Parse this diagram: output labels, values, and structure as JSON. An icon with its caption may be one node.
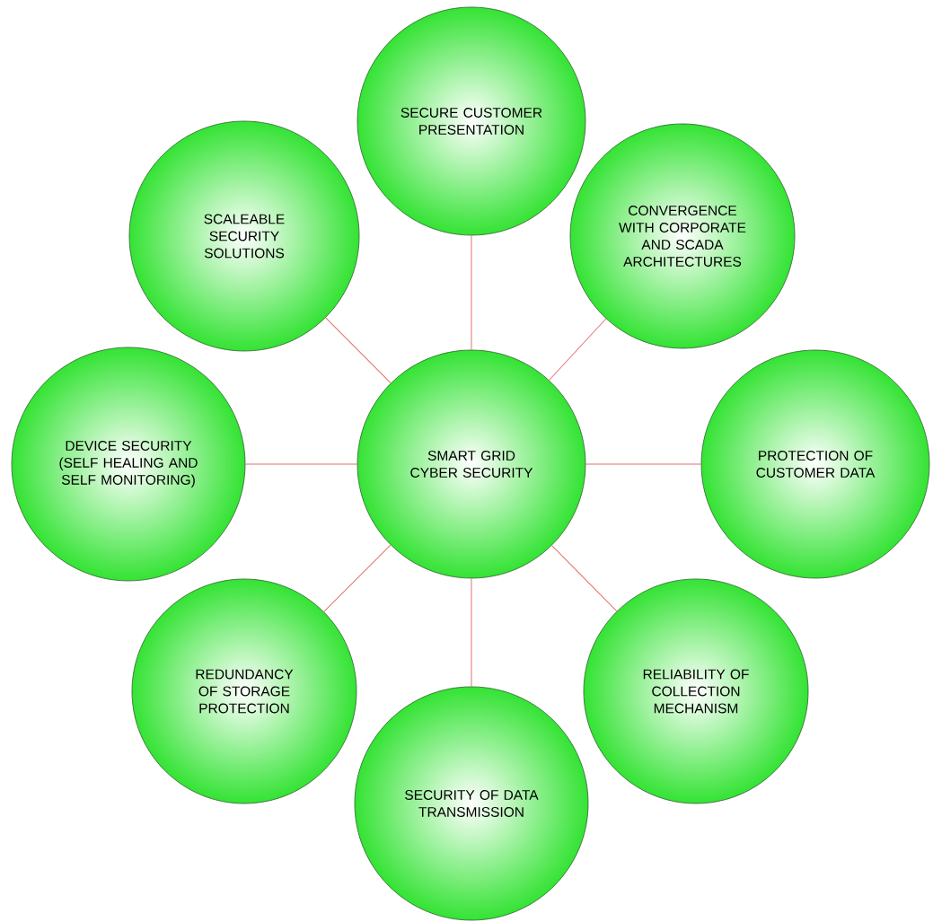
{
  "diagram": {
    "nodes": [
      {
        "text": [
          "SECURE CUSTOMER PRESENTATION"
        ]
      },
      {
        "text": [
          "SCALEABLE SECURITY SOLUTIONS"
        ]
      },
      {
        "text": [
          "CONVERGENCE WITH CORPORATE AND SCADA ARCHITECTURES"
        ]
      },
      {
        "text": [
          "DEVICE SECURITY (SELF HEALING AND SELF MONITORING)"
        ]
      },
      {
        "text": [
          "SMART GRID CYBER SECURITY"
        ]
      },
      {
        "text": [
          "PROTECTION OF CUSTOMER DATA"
        ]
      },
      {
        "text": [
          "REDUNDANCY OF STORAGE PROTECTION"
        ]
      },
      {
        "text": [
          "RELIABILITY OF COLLECTION MECHANISM"
        ]
      },
      {
        "text": [
          "SECURITY OF DATA TRANSMISSION"
        ]
      }
    ],
    "edges": [
      {
        "from": 4,
        "to": 0,
        "arrow": "none"
      },
      {
        "from": 4,
        "to": 1,
        "arrow": "none"
      },
      {
        "from": 4,
        "to": 2,
        "arrow": "none"
      },
      {
        "from": 4,
        "to": 3,
        "arrow": "none"
      },
      {
        "from": 4,
        "to": 5,
        "arrow": "none"
      },
      {
        "from": 4,
        "to": 6,
        "arrow": "none"
      },
      {
        "from": 4,
        "to": 7,
        "arrow": "none"
      },
      {
        "from": 4,
        "to": 8,
        "arrow": "none"
      }
    ]
  }
}
